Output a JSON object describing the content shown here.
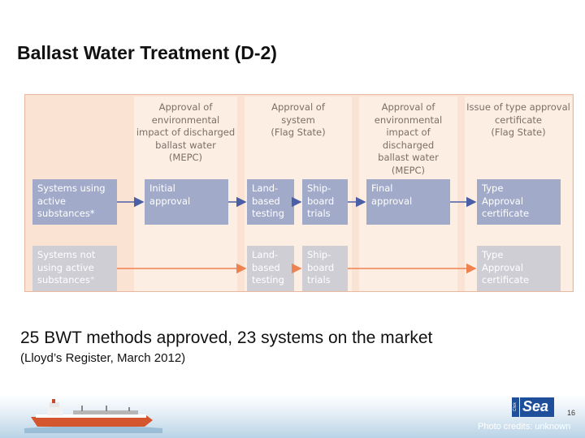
{
  "slide": {
    "title": "Ballast Water Treatment (D-2)",
    "caption": "25 BWT methods approved, 23 systems on the market",
    "source": "(Lloyd’s Register, March 2012)",
    "page_number": "16",
    "credits": "Photo credits: unknown"
  },
  "logo": {
    "text": "Sea",
    "side_text": "Click"
  },
  "diagram": {
    "headers": [
      "Approval of\nenvironmental\nimpact of discharged\nballast water\n(MEPC)",
      "Approval of\nsystem\n(Flag State)",
      "Approval of\nenvironmental\nimpact of discharged\nballast water\n(MEPC)",
      "Issue of type approval\ncertificate\n(Flag State)"
    ],
    "rows": [
      {
        "label": "Systems using\nactive\nsubstances*",
        "steps": [
          "Initial\napproval",
          "Land-\nbased\ntesting",
          "Ship-\nboard\ntrials",
          "Final\napproval",
          "Type\nApproval\ncertificate"
        ]
      },
      {
        "label": "Systems not\nusing active\nsubstances⁺",
        "steps": [
          "Land-\nbased\ntesting",
          "Ship-\nboard\ntrials",
          "Type\nApproval\ncertificate"
        ]
      }
    ],
    "colors": {
      "active_box": "#a2aac9",
      "inactive_box": "#cfced5",
      "active_arrow": "#4a5fa6",
      "inactive_arrow": "#ee8250"
    }
  }
}
